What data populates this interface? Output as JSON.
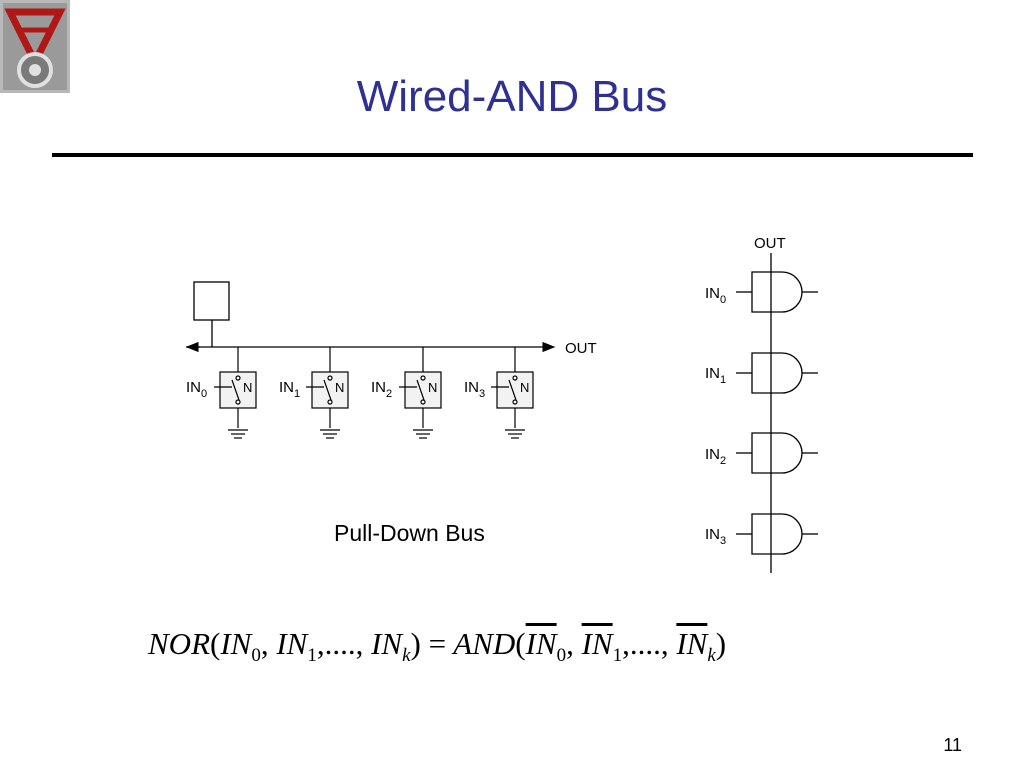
{
  "slide": {
    "title": "Wired-AND Bus",
    "number": "11"
  },
  "pulldown": {
    "out_label": "OUT",
    "caption": "Pull-Down Bus",
    "switch_label": "N",
    "input_base": "IN",
    "inputs": [
      "0",
      "1",
      "2",
      "3"
    ]
  },
  "gate_chain": {
    "out_label": "OUT",
    "input_base": "IN",
    "inputs": [
      "0",
      "1",
      "2",
      "3"
    ]
  },
  "equation": {
    "lhs_fn": "NOR",
    "rhs_fn": "AND",
    "var": "IN",
    "sub0": "0",
    "sub1": "1",
    "subk": "k",
    "ellipsis": "....",
    "equals": "="
  }
}
